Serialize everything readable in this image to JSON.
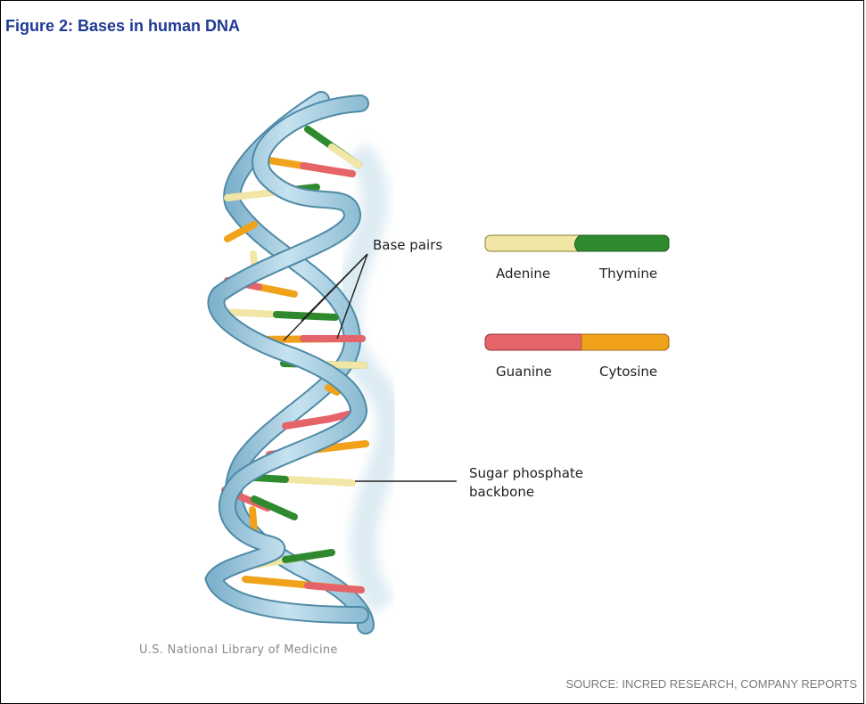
{
  "figure": {
    "title": "Figure 2: Bases in human DNA",
    "source": "SOURCE: INCRED RESEARCH, COMPANY REPORTS"
  },
  "diagram": {
    "credit": "U.S. National Library of Medicine",
    "callouts": {
      "base_pairs": "Base pairs",
      "backbone_line1": "Sugar phosphate",
      "backbone_line2": "backbone"
    },
    "legend": [
      {
        "left": "Adenine",
        "right": "Thymine",
        "left_color": "#f1e6a6",
        "right_color": "#2f8a2f"
      },
      {
        "left": "Guanine",
        "right": "Cytosine",
        "left_color": "#e4646a",
        "right_color": "#f0a21a"
      }
    ],
    "colors": {
      "backbone": "#a9cfe0",
      "backbone_edge": "#4f8aa6",
      "adenine": "#f1e6a6",
      "thymine": "#2f8a2f",
      "guanine": "#e4646a",
      "cytosine": "#f0a21a",
      "title": "#1f3a93"
    }
  }
}
